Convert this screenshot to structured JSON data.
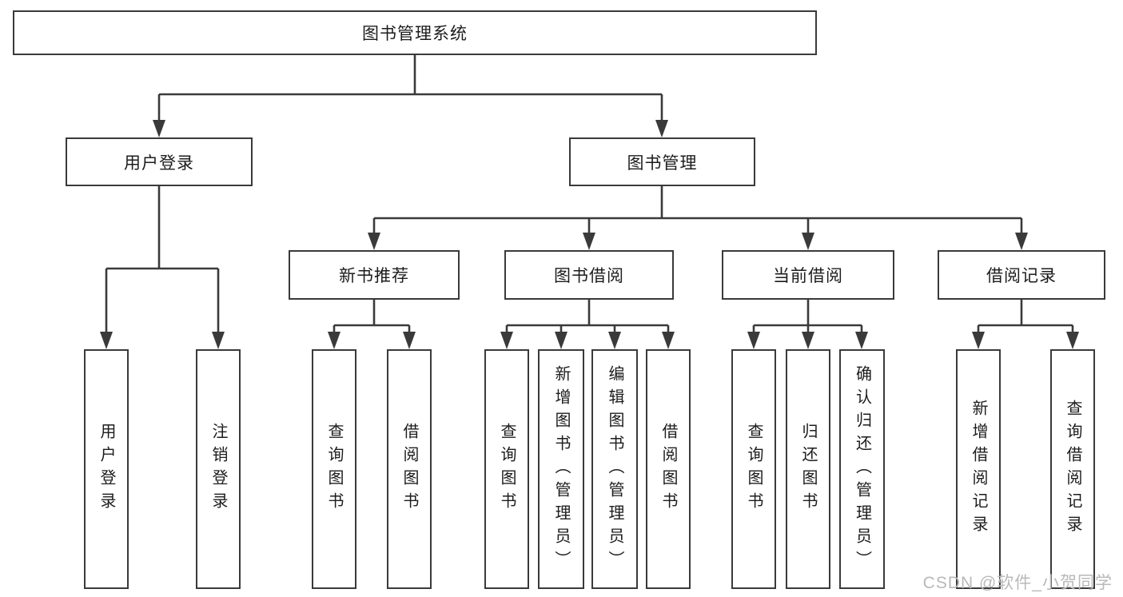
{
  "colors": {
    "line": "#3a3a3a",
    "box_border": "#3a3a3a",
    "text": "#1c1c1c",
    "watermark": "#b9b9b9",
    "background": "#ffffff"
  },
  "watermark": {
    "text": "CSDN @软件_小贺同学"
  },
  "diagram": {
    "type": "hierarchy-tree",
    "root": {
      "label": "图书管理系统",
      "children": [
        {
          "label": "用户登录",
          "children": [
            {
              "label": "用户登录"
            },
            {
              "label": "注销登录"
            }
          ]
        },
        {
          "label": "图书管理",
          "children": [
            {
              "label": "新书推荐",
              "children": [
                {
                  "label": "查询图书"
                },
                {
                  "label": "借阅图书"
                }
              ]
            },
            {
              "label": "图书借阅",
              "children": [
                {
                  "label": "查询图书"
                },
                {
                  "label": "新增图书（管理员）"
                },
                {
                  "label": "编辑图书（管理员）"
                },
                {
                  "label": "借阅图书"
                }
              ]
            },
            {
              "label": "当前借阅",
              "children": [
                {
                  "label": "查询图书"
                },
                {
                  "label": "归还图书"
                },
                {
                  "label": "确认归还（管理员）"
                }
              ]
            },
            {
              "label": "借阅记录",
              "children": [
                {
                  "label": "新增借阅记录"
                },
                {
                  "label": "查询借阅记录"
                }
              ]
            }
          ]
        }
      ]
    }
  }
}
